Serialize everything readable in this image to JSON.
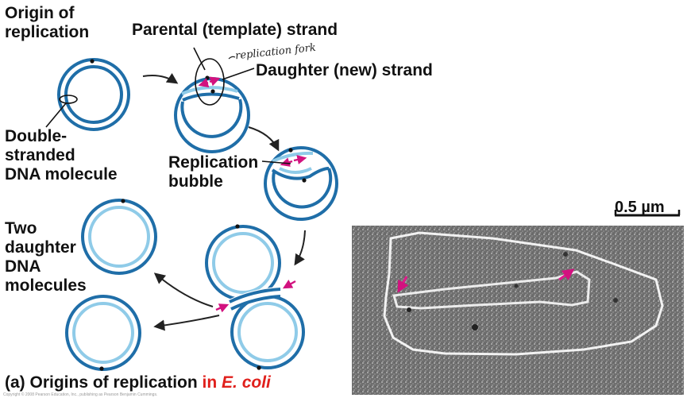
{
  "labels": {
    "origin": [
      "Origin of",
      "replication"
    ],
    "parental": "Parental (template) strand",
    "fork_note": "replication fork",
    "daughter": "Daughter (new) strand",
    "double": [
      "Double-",
      "stranded",
      "DNA molecule"
    ],
    "bubble": [
      "Replication",
      "bubble"
    ],
    "two_daughter": [
      "Two",
      "daughter",
      "DNA",
      "molecules"
    ]
  },
  "caption": {
    "main": "(a) Origins of replication ",
    "highlight_prefix": "in ",
    "highlight_italic": "E. coli"
  },
  "scale_bar": "0.5 µm",
  "copyright": "Copyright © 2008 Pearson Education, Inc., publishing as Pearson Benjamin Cummings.",
  "colors": {
    "parental_strand": "#1f6ea8",
    "daughter_strand": "#8fcbe8",
    "arrow_magenta": "#d2127f",
    "text": "#111111",
    "caption_highlight": "#e0201c",
    "micrograph_bg": "#6e6e6e"
  }
}
